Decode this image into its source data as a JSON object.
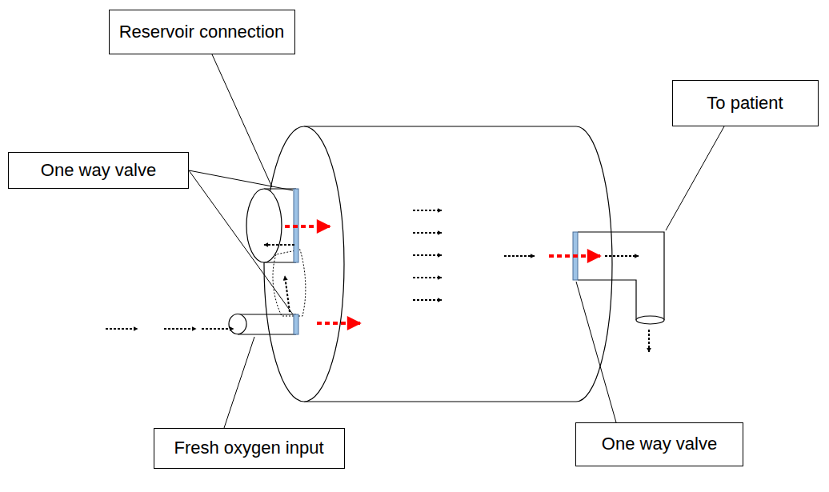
{
  "diagram": {
    "nodes": [
      {
        "text": [
          "Reservoir connection"
        ]
      },
      {
        "text": [
          "To patient"
        ]
      },
      {
        "text": [
          "One way valve"
        ]
      },
      {
        "text": [
          "One way valve"
        ]
      },
      {
        "text": [
          "Fresh oxygen input"
        ]
      }
    ]
  }
}
